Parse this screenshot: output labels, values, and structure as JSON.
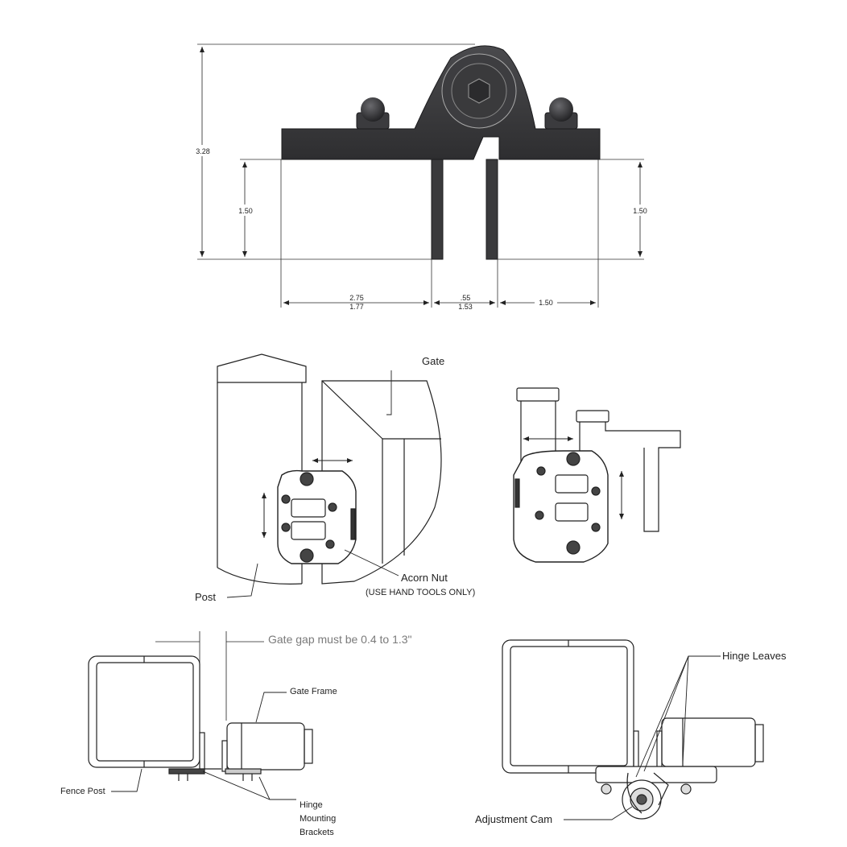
{
  "top_drawing": {
    "dim_height_total": "3.28",
    "dim_left_height": "1.50",
    "dim_right_height": "1.50",
    "dim_left_width_a": "2.75",
    "dim_left_width_b": "1.77",
    "dim_gap_a": ".55",
    "dim_gap_b": "1.53",
    "dim_right_width": "1.50"
  },
  "middle_drawing": {
    "gate_label": "Gate",
    "acorn_nut_label": "Acorn Nut",
    "acorn_nut_note": "(USE HAND TOOLS ONLY)",
    "post_label": "Post"
  },
  "bottom_left": {
    "gap_note": "Gate gap must be 0.4 to 1.3\"",
    "gate_frame_label": "Gate Frame",
    "fence_post_label": "Fence Post",
    "brackets_line1": "Hinge",
    "brackets_line2": "Mounting",
    "brackets_line3": "Brackets"
  },
  "bottom_right": {
    "hinge_leaves_label": "Hinge Leaves",
    "adjustment_cam_label": "Adjustment Cam"
  },
  "colors": {
    "hinge_body": "#3a3a3c",
    "line": "#222222",
    "note_gray": "#7a7a7a"
  }
}
